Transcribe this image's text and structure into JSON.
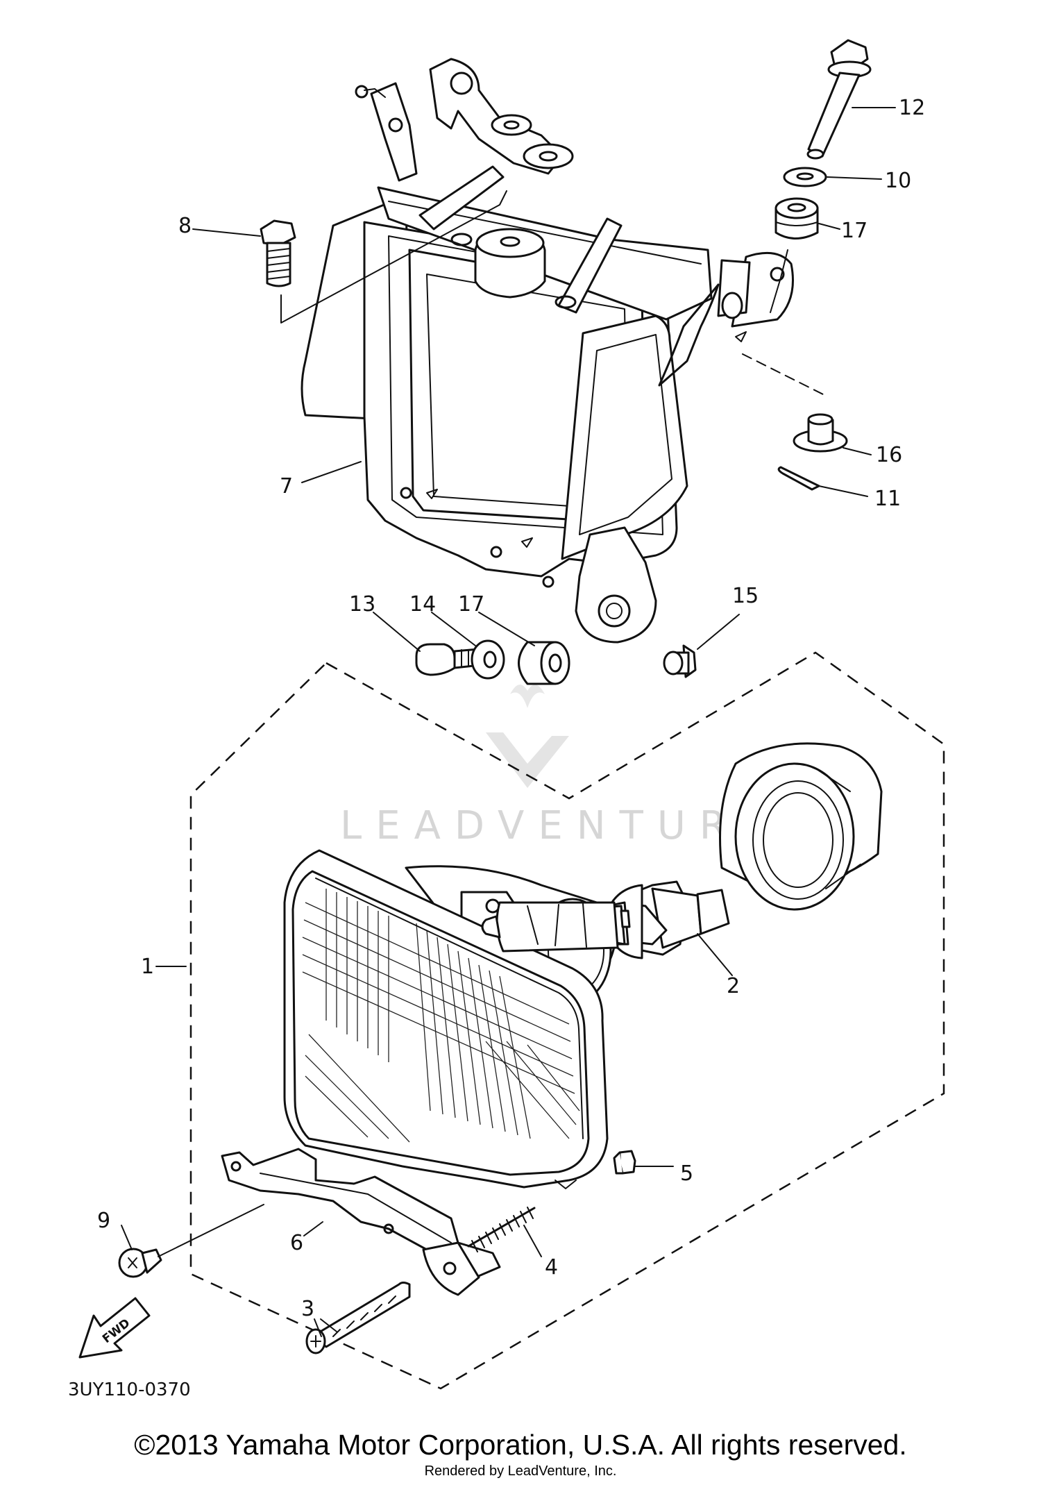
{
  "diagram": {
    "diagram_code": "3UY110-0370",
    "watermark": "LEADVENTURE",
    "fwd_label": "FWD",
    "callouts": [
      "1",
      "2",
      "3",
      "4",
      "5",
      "6",
      "7",
      "8",
      "9",
      "10",
      "11",
      "12",
      "13",
      "14",
      "15",
      "16",
      "17",
      "17"
    ]
  },
  "footer": {
    "copyright": "©2013 Yamaha Motor Corporation, U.S.A. All rights reserved.",
    "rendered_by": "Rendered by LeadVenture, Inc."
  }
}
